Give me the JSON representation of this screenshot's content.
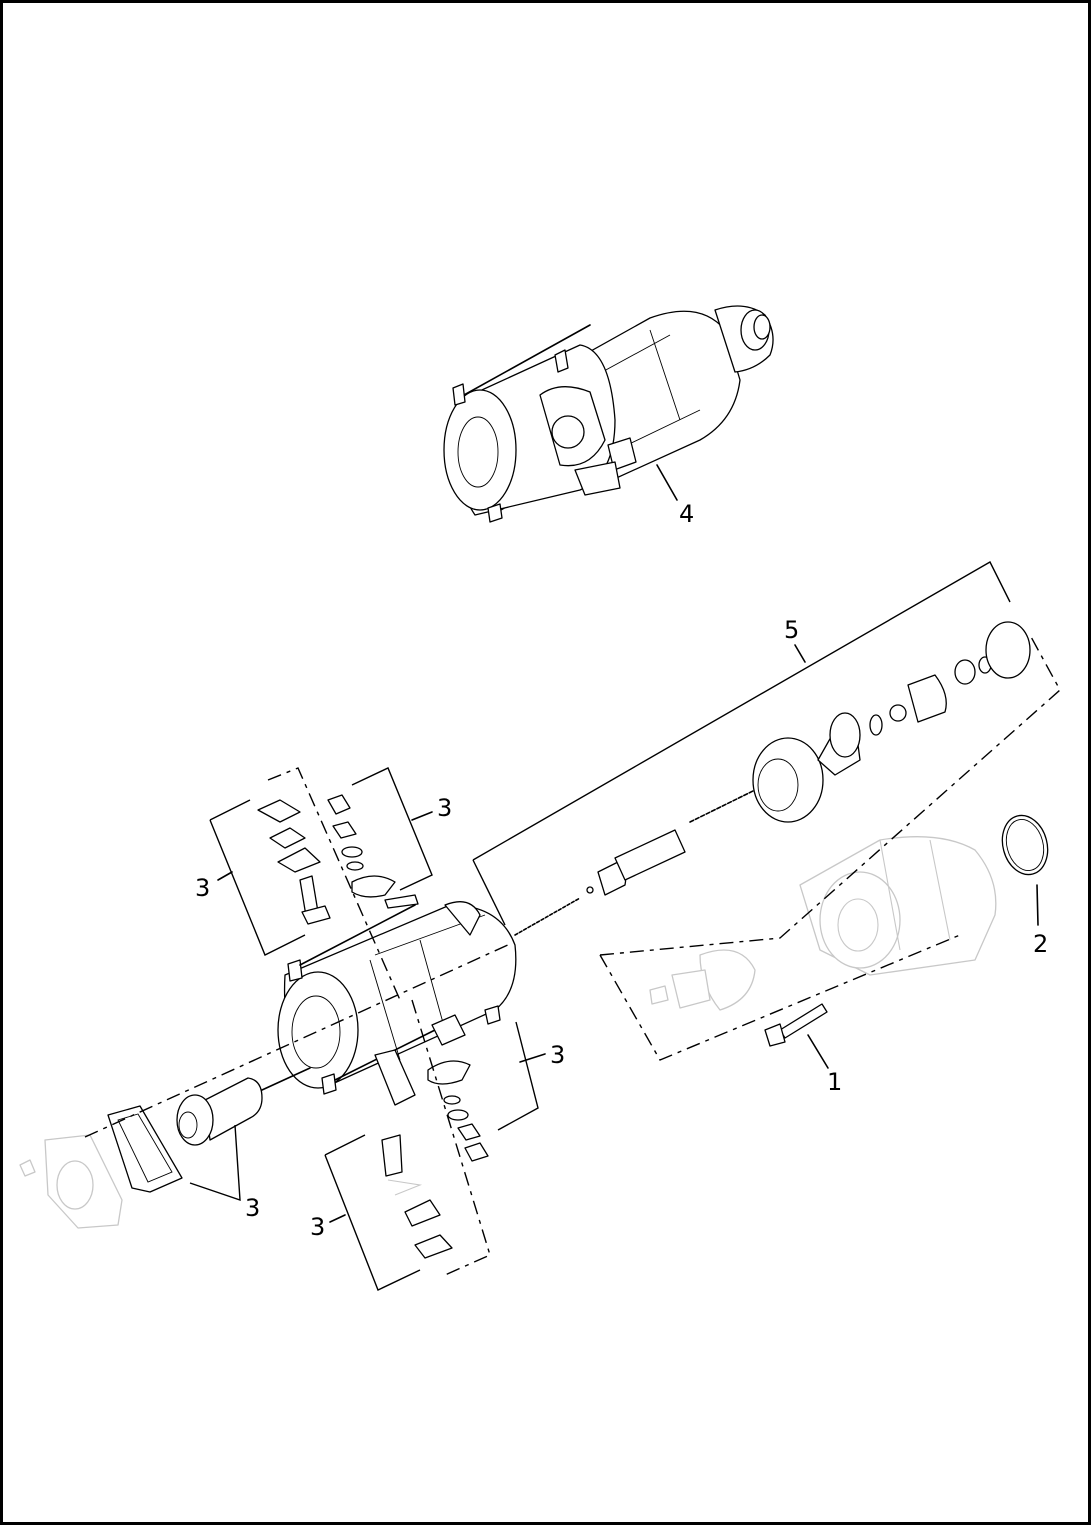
{
  "callouts": [
    {
      "id": "c1",
      "label": "1"
    },
    {
      "id": "c2",
      "label": "2"
    },
    {
      "id": "c3a",
      "label": "3"
    },
    {
      "id": "c3b",
      "label": "3"
    },
    {
      "id": "c3c",
      "label": "3"
    },
    {
      "id": "c3d",
      "label": "3"
    },
    {
      "id": "c3e",
      "label": "3"
    },
    {
      "id": "c4",
      "label": "4"
    },
    {
      "id": "c5",
      "label": "5"
    }
  ],
  "colors": {
    "line": "#000000",
    "ghost": "#c8c8c8"
  }
}
